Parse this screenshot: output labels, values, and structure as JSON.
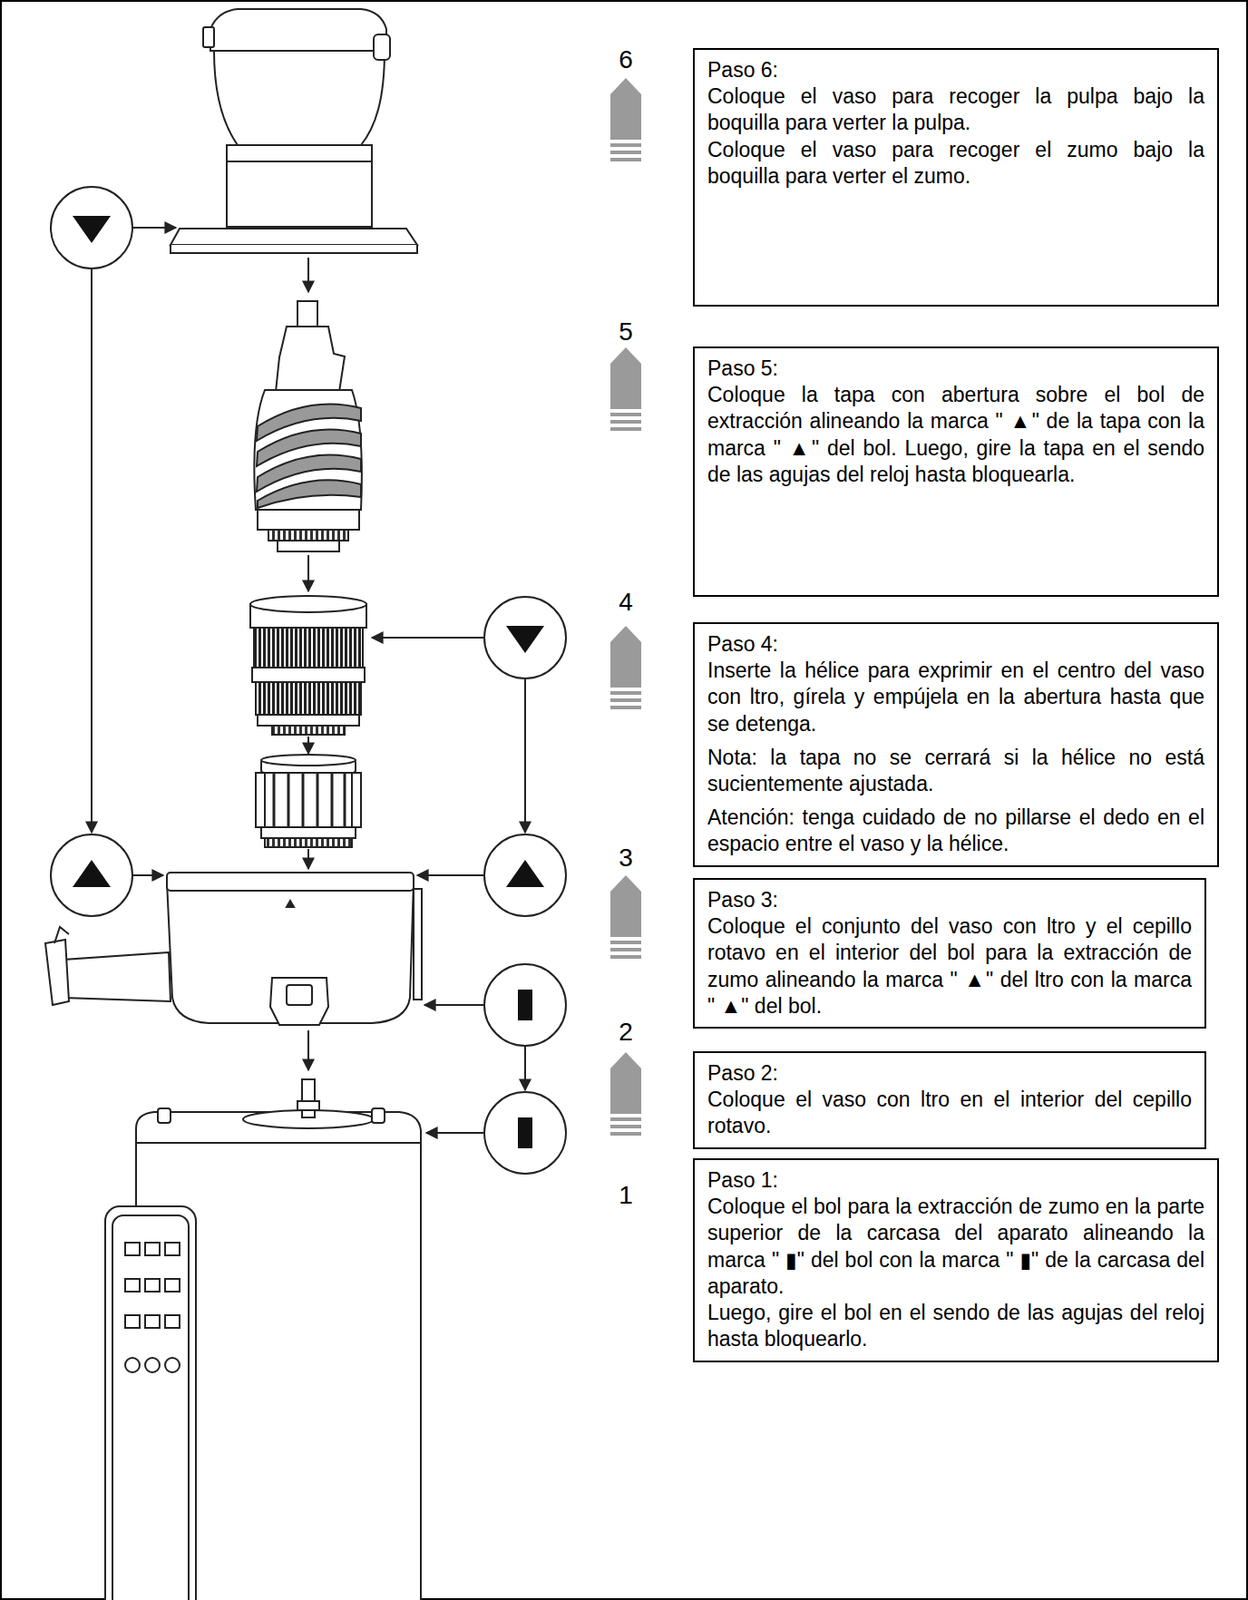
{
  "diagram": {
    "nodes": [
      {
        "text": [
          "Paso 6:",
          "Coloque el vaso para recoger la pulpa bajo la boquilla para verter la pulpa.",
          "Coloque el vaso para recoger el zumo bajo la boquilla para verter el zumo."
        ]
      },
      {
        "text": [
          "Paso 5:",
          "Coloque la tapa con abertura sobre el bol de extracción alineando la marca \" ▲\" de la tapa con la marca \" ▲\" del bol. Luego, gire la tapa en el sendo de las agujas del reloj hasta bloquearla."
        ]
      },
      {
        "text": [
          "Paso 4:",
          "Inserte la hélice para exprimir en el centro del vaso con ltro, gírela y empújela en la abertura hasta que se detenga.",
          "Nota: la tapa no se cerrará si la hélice no está sucientemente ajustada.",
          "Atención: tenga cuidado de no pillarse el dedo en el espacio entre el vaso y la hélice."
        ]
      },
      {
        "text": [
          "Paso 3:",
          "Coloque el conjunto del vaso con ltro y el cepillo rotavo en el interior del bol para la extracción de zumo alineando la marca \" ▲\" del ltro con la marca \" ▲\" del bol."
        ]
      },
      {
        "text": [
          "Paso 2:",
          "Coloque el vaso con ltro en el interior del cepillo rotavo."
        ]
      },
      {
        "text": [
          "Paso 1:",
          "Coloque el bol para la extracción de zumo en la parte superior de la carcasa del aparato alineando la marca \" ▮\" del bol con la marca \" ▮\" de la carcasa del aparato.",
          "Luego, gire el bol en el sendo de las agujas del reloj hasta bloquearlo."
        ]
      }
    ],
    "labels": [
      "6",
      "5",
      "4",
      "3",
      "2",
      "1"
    ]
  }
}
